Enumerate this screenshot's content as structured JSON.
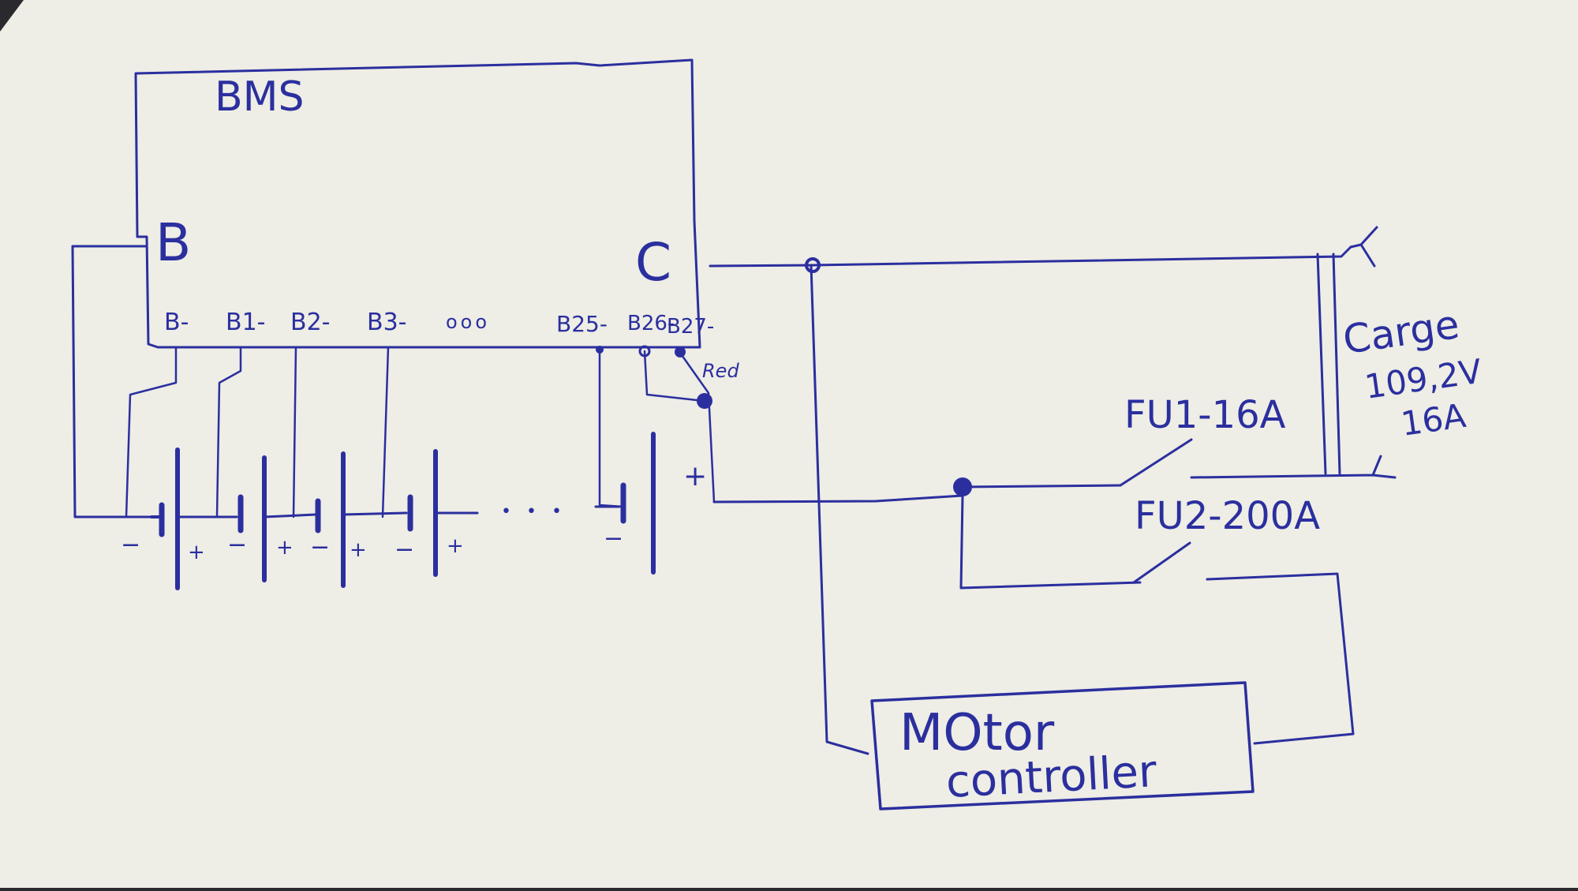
{
  "labels": {
    "bms": "BMS",
    "b_port": "B",
    "c_port": "C",
    "b_minus": "B-",
    "b1": "B1-",
    "b2": "B2-",
    "b3": "B3-",
    "dots_top": "ooo",
    "b25": "B25-",
    "b26": "B26-",
    "b27": "B27-",
    "red": "Red",
    "dots_cells": "• • •",
    "fu1": "FU1-16A",
    "fu2": "FU2-200A",
    "charge_line1": "Carge",
    "charge_line2": "109,2V",
    "charge_line3": "16A",
    "motor_line1": "MOtor",
    "motor_line2": "controller"
  },
  "cell_polarity": {
    "minus": "−",
    "plus": "+"
  },
  "colors": {
    "ink": "#2b2f9e",
    "paper": "#eeede6",
    "background": "#2a2a2e"
  }
}
